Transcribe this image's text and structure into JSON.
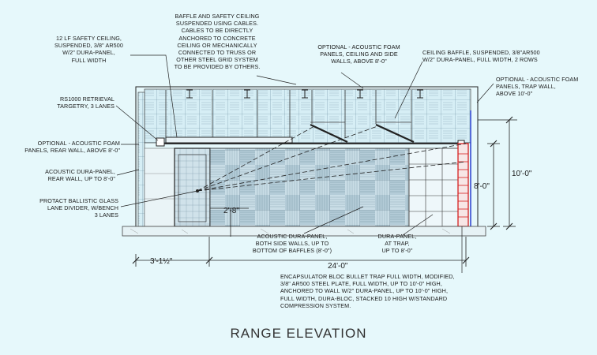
{
  "title": "RANGE ELEVATION",
  "notes": {
    "baffle_ceiling": "BAFFLE AND SAFETY CEILING\nSUSPENDED USING CABLES.\nCABLES TO BE DIRECTLY\nANCHORED TO CONCRETE\nCEILING OR MECHANICALLY\nCONNECTED TO TRUSS OR\nOTHER STEEL GRID SYSTEM\nTO BE PROVIDED BY OTHERS.",
    "safety_ceiling": "12 LF SAFETY CEILING,\nSUSPENDED, 3/8\" AR500\nW/2\" DURA-PANEL,\nFULL WIDTH",
    "optional_foam_ceiling": "OPTIONAL - ACOUSTIC FOAM\nPANELS, CEILING AND SIDE\nWALLS, ABOVE 8'-0\"",
    "ceiling_baffle": "CEILING BAFFLE, SUSPENDED, 3/8\"AR500\nW/2\" DURA-PANEL, FULL WIDTH, 2 ROWS",
    "optional_foam_trap": "OPTIONAL - ACOUSTIC FOAM\nPANELS, TRAP WALL,\nABOVE 10'-0\"",
    "retrieval": "RS1000 RETRIEVAL\nTARGETRY, 3 LANES",
    "optional_foam_rear": "OPTIONAL - ACOUSTIC FOAM\nPANELS, REAR WALL, ABOVE 8'-0\"",
    "dura_rear": "ACOUSTIC DURA-PANEL,\nREAR WALL, UP TO 8'-0\"",
    "protact": "PROTACT BALLISTIC GLASS\nLANE DIVIDER, W/BENCH\n3 LANES",
    "dura_side": "ACOUSTIC DURA-PANEL,\nBOTH SIDE WALLS, UP TO\nBOTTOM OF BAFFLES (8'-0\")",
    "dura_trap": "DURA-PANEL,\nAT TRAP,\nUP TO 8'-0\"",
    "bullet_trap": "ENCAPSULATOR BLOC BULLET TRAP FULL WIDTH, MODIFIED,\n3/8\" AR500 STEEL PLATE, FULL WIDTH, UP TO 10'-0\" HIGH,\nANCHORED TO WALL W/2\" DURA-PANEL, UP TO 10'-0\" HIGH,\nFULL WIDTH, DURA-BLOC, STACKED 10 HIGH W/STANDARD\nCOMPRESSION SYSTEM."
  },
  "dimensions": {
    "bench_width": "3'-1½\"",
    "range_length": "24'-0\"",
    "divider_height": "2'-8\"",
    "wall_height_8": "8'-0\"",
    "wall_height_10": "10'-0\""
  },
  "colors": {
    "background": "#e6f8fb",
    "line": "#222222",
    "trap_red": "#d42020",
    "trap_blue": "#2a3fd0"
  }
}
